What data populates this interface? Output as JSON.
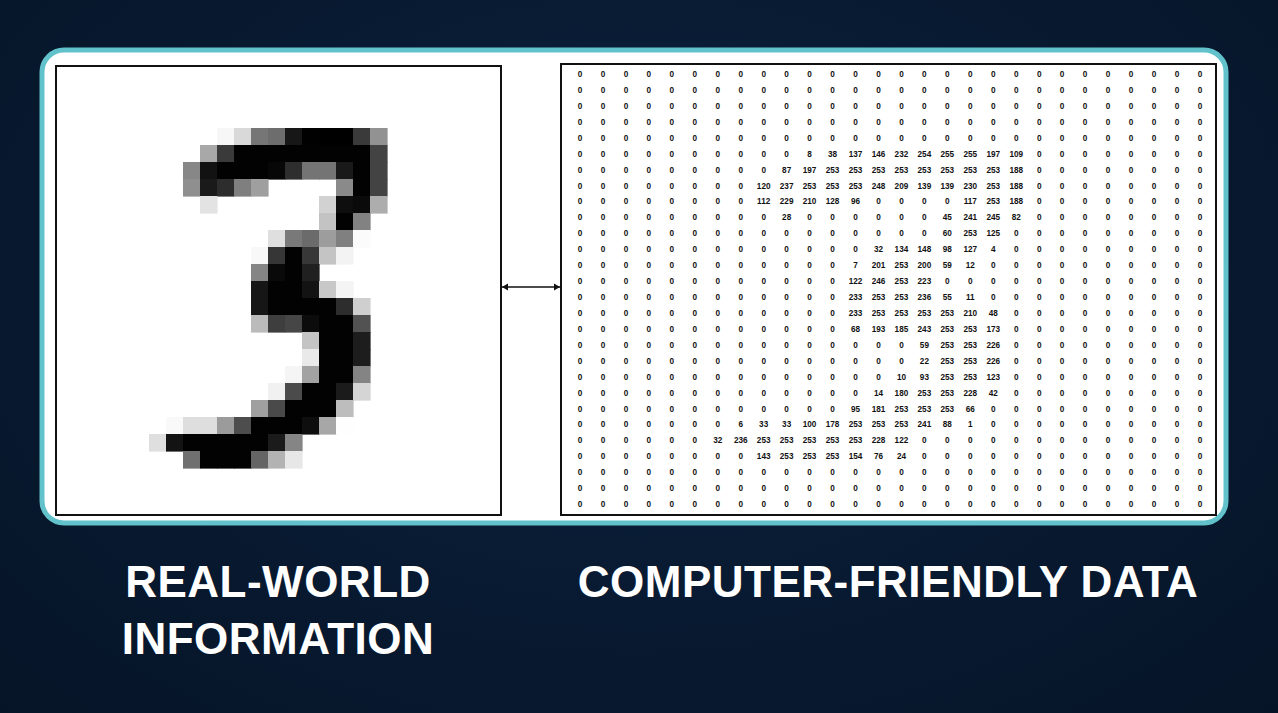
{
  "diagram": {
    "nodes": [
      {
        "text": [
          "REAL-WORLD INFORMATION"
        ]
      },
      {
        "text": [
          "COMPUTER-FRIENDLY DATA"
        ]
      }
    ],
    "edges": [
      {
        "from": 0,
        "to": 1,
        "arrow": "both"
      }
    ],
    "labels": [
      "0",
      "0",
      "0",
      "0",
      "0",
      "0",
      "0",
      "0",
      "0",
      "0",
      "0",
      "0",
      "0",
      "0",
      "0",
      "0",
      "0",
      "0",
      "0",
      "0",
      "0",
      "0",
      "0",
      "0",
      "0",
      "0",
      "0",
      "0",
      "0",
      "0",
      "0",
      "0",
      "0",
      "0",
      "0",
      "0",
      "0",
      "0",
      "0",
      "0",
      "0",
      "0",
      "0",
      "0",
      "0",
      "0",
      "0",
      "0",
      "0",
      "0",
      "0",
      "0",
      "0",
      "0",
      "0",
      "0",
      "0",
      "0",
      "0",
      "0",
      "0",
      "0",
      "0",
      "0",
      "0",
      "0",
      "0",
      "0",
      "0",
      "0",
      "0",
      "0",
      "0",
      "0",
      "0",
      "0",
      "0",
      "0",
      "0",
      "0",
      "0",
      "0",
      "0",
      "0",
      "0",
      "0",
      "0",
      "0",
      "0",
      "0",
      "0",
      "0",
      "0",
      "0",
      "0",
      "0",
      "0",
      "0",
      "0",
      "0",
      "0",
      "0",
      "0",
      "0",
      "0",
      "0",
      "0",
      "0",
      "0",
      "0",
      "0",
      "0",
      "0",
      "0",
      "0",
      "0",
      "0",
      "0",
      "0",
      "0",
      "0",
      "0",
      "0",
      "0",
      "0",
      "0",
      "0",
      "0",
      "0",
      "0",
      "0",
      "0",
      "0",
      "0",
      "0",
      "0",
      "0",
      "0",
      "0",
      "0",
      "0",
      "0",
      "0",
      "0",
      "0",
      "0",
      "0",
      "0",
      "0",
      "0",
      "8",
      "38",
      "137",
      "146",
      "232",
      "254",
      "255",
      "255",
      "197",
      "109",
      "0",
      "0",
      "0",
      "0",
      "0",
      "0",
      "0",
      "0",
      "0",
      "0",
      "0",
      "0",
      "0",
      "0",
      "0",
      "0",
      "0",
      "87",
      "197",
      "253",
      "253",
      "253",
      "253",
      "253",
      "253",
      "253",
      "253",
      "188",
      "0",
      "0",
      "0",
      "0",
      "0",
      "0",
      "0",
      "0",
      "0",
      "0",
      "0",
      "0",
      "0",
      "0",
      "0",
      "0",
      "120",
      "237",
      "253",
      "253",
      "253",
      "248",
      "209",
      "139",
      "139",
      "230",
      "253",
      "188",
      "0",
      "0",
      "0",
      "0",
      "0",
      "0",
      "0",
      "0",
      "0",
      "0",
      "0",
      "0",
      "0",
      "0",
      "0",
      "0",
      "112",
      "229",
      "210",
      "128",
      "96",
      "0",
      "0",
      "0",
      "0",
      "117",
      "253",
      "188",
      "0",
      "0",
      "0",
      "0",
      "0",
      "0",
      "0",
      "0",
      "0",
      "0",
      "0",
      "0",
      "0",
      "0",
      "0",
      "0",
      "0",
      "28",
      "0",
      "0",
      "0",
      "0",
      "0",
      "0",
      "45",
      "241",
      "245",
      "82",
      "0",
      "0",
      "0",
      "0",
      "0",
      "0",
      "0",
      "0",
      "0",
      "0",
      "0",
      "0",
      "0",
      "0",
      "0",
      "0",
      "0",
      "0",
      "0",
      "0",
      "0",
      "0",
      "0",
      "0",
      "60",
      "253",
      "125",
      "0",
      "0",
      "0",
      "0",
      "0",
      "0",
      "0",
      "0",
      "0",
      "0",
      "0",
      "0",
      "0",
      "0",
      "0",
      "0",
      "0",
      "0",
      "0",
      "0",
      "0",
      "0",
      "32",
      "134",
      "148",
      "98",
      "127",
      "4",
      "0",
      "0",
      "0",
      "0",
      "0",
      "0",
      "0",
      "0",
      "0",
      "0",
      "0",
      "0",
      "0",
      "0",
      "0",
      "0",
      "0",
      "0",
      "0",
      "0",
      "0",
      "7",
      "201",
      "253",
      "200",
      "59",
      "12",
      "0",
      "0",
      "0",
      "0",
      "0",
      "0",
      "0",
      "0",
      "0",
      "0",
      "0",
      "0",
      "0",
      "0",
      "0",
      "0",
      "0",
      "0",
      "0",
      "0",
      "0",
      "0",
      "122",
      "246",
      "253",
      "223",
      "0",
      "0",
      "0",
      "0",
      "0",
      "0",
      "0",
      "0",
      "0",
      "0",
      "0",
      "0",
      "0",
      "0",
      "0",
      "0",
      "0",
      "0",
      "0",
      "0",
      "0",
      "0",
      "0",
      "0",
      "233",
      "253",
      "253",
      "236",
      "55",
      "11",
      "0",
      "0",
      "0",
      "0",
      "0",
      "0",
      "0",
      "0",
      "0",
      "0",
      "0",
      "0",
      "0",
      "0",
      "0",
      "0",
      "0",
      "0",
      "0",
      "0",
      "0",
      "0",
      "233",
      "253",
      "253",
      "253",
      "253",
      "210",
      "48",
      "0",
      "0",
      "0",
      "0",
      "0",
      "0",
      "0",
      "0",
      "0",
      "0",
      "0",
      "0",
      "0",
      "0",
      "0",
      "0",
      "0",
      "0",
      "0",
      "0",
      "0",
      "68",
      "193",
      "185",
      "243",
      "253",
      "253",
      "173",
      "0",
      "0",
      "0",
      "0",
      "0",
      "0",
      "0",
      "0",
      "0",
      "0",
      "0",
      "0",
      "0",
      "0",
      "0",
      "0",
      "0",
      "0",
      "0",
      "0",
      "0",
      "0",
      "0",
      "0",
      "59",
      "253",
      "253",
      "226",
      "0",
      "0",
      "0",
      "0",
      "0",
      "0",
      "0",
      "0",
      "0",
      "0",
      "0",
      "0",
      "0",
      "0",
      "0",
      "0",
      "0",
      "0",
      "0",
      "0",
      "0",
      "0",
      "0",
      "0",
      "22",
      "253",
      "253",
      "226",
      "0",
      "0",
      "0",
      "0",
      "0",
      "0",
      "0",
      "0",
      "0",
      "0",
      "0",
      "0",
      "0",
      "0",
      "0",
      "0",
      "0",
      "0",
      "0",
      "0",
      "0",
      "0",
      "0",
      "10",
      "93",
      "253",
      "253",
      "123",
      "0",
      "0",
      "0",
      "0",
      "0",
      "0",
      "0",
      "0",
      "0",
      "0",
      "0",
      "0",
      "0",
      "0",
      "0",
      "0",
      "0",
      "0",
      "0",
      "0",
      "0",
      "0",
      "14",
      "180",
      "253",
      "253",
      "228",
      "42",
      "0",
      "0",
      "0",
      "0",
      "0",
      "0",
      "0",
      "0",
      "0",
      "0",
      "0",
      "0",
      "0",
      "0",
      "0",
      "0",
      "0",
      "0",
      "0",
      "0",
      "0",
      "95",
      "181",
      "253",
      "253",
      "253",
      "66",
      "0",
      "0",
      "0",
      "0",
      "0",
      "0",
      "0",
      "0",
      "0",
      "0",
      "0",
      "0",
      "0",
      "0",
      "0",
      "0",
      "0",
      "6",
      "33",
      "33",
      "100",
      "178",
      "253",
      "253",
      "253",
      "241",
      "88",
      "1",
      "0",
      "0",
      "0",
      "0",
      "0",
      "0",
      "0",
      "0",
      "0",
      "0",
      "0",
      "0",
      "0",
      "0",
      "0",
      "0",
      "32",
      "236",
      "253",
      "253",
      "253",
      "253",
      "253",
      "228",
      "122",
      "0",
      "0",
      "0",
      "0",
      "0",
      "0",
      "0",
      "0",
      "0",
      "0",
      "0",
      "0",
      "0",
      "0",
      "0",
      "0",
      "0",
      "0",
      "0",
      "0",
      "0",
      "143",
      "253",
      "253",
      "253",
      "154",
      "76",
      "24",
      "0",
      "0",
      "0",
      "0",
      "0",
      "0",
      "0",
      "0",
      "0",
      "0",
      "0",
      "0",
      "0",
      "0",
      "0",
      "0",
      "0",
      "0",
      "0",
      "0",
      "0",
      "0",
      "0",
      "0",
      "0",
      "0",
      "0",
      "0",
      "0",
      "0",
      "0",
      "0",
      "0",
      "0",
      "0",
      "0",
      "0",
      "0",
      "0",
      "0",
      "0",
      "0",
      "0",
      "0",
      "0",
      "0",
      "0",
      "0",
      "0",
      "0",
      "0",
      "0",
      "0",
      "0",
      "0",
      "0",
      "0",
      "0",
      "0",
      "0",
      "0",
      "0",
      "0",
      "0",
      "0",
      "0",
      "0",
      "0",
      "0",
      "0",
      "0",
      "0",
      "0",
      "0",
      "0",
      "0",
      "0",
      "0",
      "0",
      "0",
      "0",
      "0",
      "0",
      "0",
      "0",
      "0",
      "0",
      "0",
      "0",
      "0",
      "0",
      "0",
      "0",
      "0",
      "0",
      "0",
      "0"
    ]
  }
}
